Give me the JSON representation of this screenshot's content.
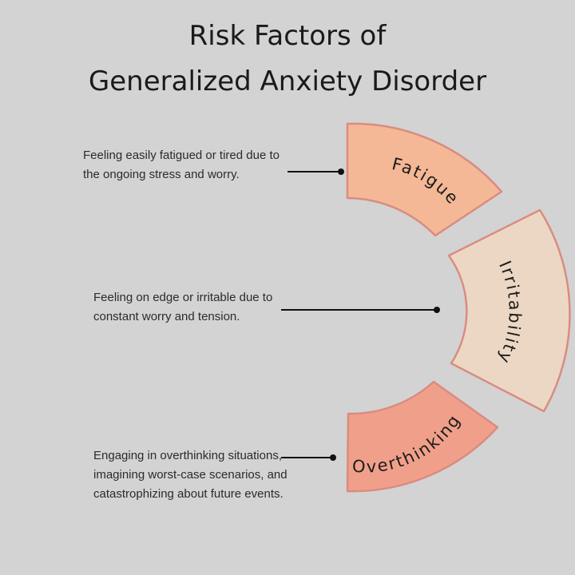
{
  "title": {
    "line1": "Risk Factors of",
    "line2": "Generalized Anxiety Disorder"
  },
  "segments": [
    {
      "label": "Fatigue",
      "description": "Feeling easily fatigued or tired due to the ongoing stress and worry.",
      "fill": "#f4b896",
      "stroke": "#d98c80"
    },
    {
      "label": "Irritability",
      "description": "Feeling on edge or irritable due to constant worry and tension.",
      "fill": "#ecd7c4",
      "stroke": "#d98c80"
    },
    {
      "label": "Overthinking",
      "description": " Engaging in overthinking situations, imagining worst-case scenarios, and catastrophizing about future events.",
      "fill": "#f0a08a",
      "stroke": "#d98c80"
    }
  ],
  "colors": {
    "background": "#d3d3d3",
    "connector": "#111111"
  }
}
